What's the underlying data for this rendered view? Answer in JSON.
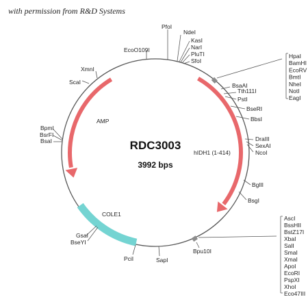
{
  "credit": "with permission from R&D Systems",
  "plasmid": {
    "name": "RDC3003",
    "size": "3992 bps"
  },
  "features": {
    "amp": "AMP",
    "hidh1": "hIDH1 (1-414)",
    "cole1": "COLE1"
  },
  "sites": {
    "pfoi": "PfoI",
    "ecoo109i": "EcoO109I",
    "ndei": "NdeI",
    "kasi": "KasI",
    "nari": "NarI",
    "plutl": "PluTI",
    "sfoi": "SfoI",
    "xmni": "XmnI",
    "scai": "ScaI",
    "bsaai": "BsaAI",
    "tth111i": "Tth111I",
    "psti": "PstI",
    "bseri": "BseRI",
    "bbsi": "BbsI",
    "draiii": "DraIII",
    "sexai": "SexAI",
    "ncoi": "NcoI",
    "bpmi": "BpmI",
    "bsrfi": "BsrFI",
    "bsai": "BsaI",
    "bglii": "BglII",
    "bsgi": "BsgI",
    "gsai": "GsaI",
    "bseyi": "BseYI",
    "pcii": "PciI",
    "sapi": "SapI",
    "bpu10i": "Bpu10I"
  },
  "mcs_top": [
    "HpaI",
    "BamHI",
    "EcoRV",
    "BmtI",
    "NheI",
    "NotI",
    "EagI"
  ],
  "mcs_bottom": [
    "AscI",
    "BssHII",
    "BstZ17I",
    "XbaI",
    "SalI",
    "SmaI",
    "XmaI",
    "ApoI",
    "EcoRI",
    "PspXI",
    "XhoI",
    "Eco47III"
  ],
  "colors": {
    "backbone": "#555555",
    "arrow": "#e8686b",
    "origin": "#74d4d2",
    "marker": "#8c8c8c"
  }
}
